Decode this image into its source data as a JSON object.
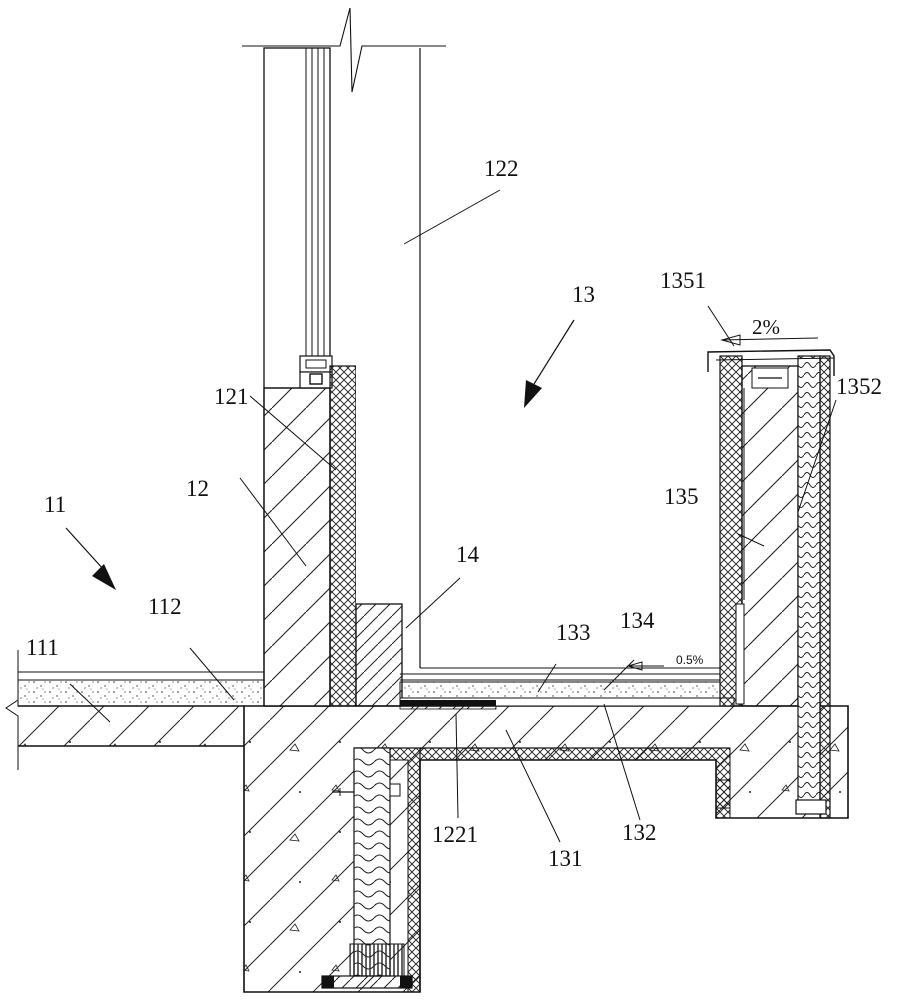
{
  "labels": {
    "l11": "11",
    "l111": "111",
    "l112": "112",
    "l12": "12",
    "l121": "121",
    "l122": "122",
    "l1221": "1221",
    "l13": "13",
    "l131": "131",
    "l132": "132",
    "l133": "133",
    "l134": "134",
    "l135": "135",
    "l1351": "1351",
    "l1352": "1352",
    "l14": "14"
  },
  "slopes": {
    "floor": "0.5%",
    "parapet_top": "2%"
  },
  "colors": {
    "line": "#111111",
    "hatch": "#222222",
    "background": "#ffffff"
  }
}
